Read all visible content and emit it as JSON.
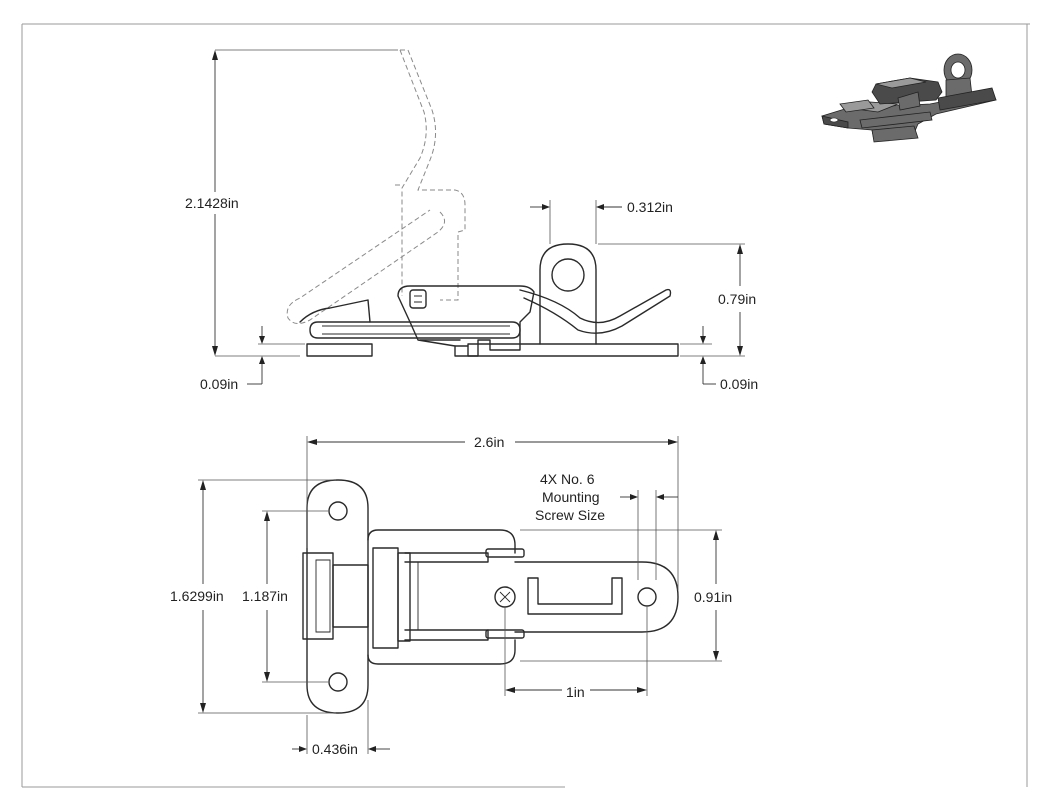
{
  "dimensions": {
    "overall_height": "2.1428in",
    "pivot_width": "0.312in",
    "pivot_height": "0.79in",
    "left_base_thickness": "0.09in",
    "right_base_thickness": "0.09in",
    "overall_length": "2.6in",
    "mounting_note_line1": "4X No. 6",
    "mounting_note_line2": "Mounting",
    "mounting_note_line3": "Screw Size",
    "overall_width": "1.6299in",
    "hole_spacing_vertical": "1.187in",
    "catch_width": "0.91in",
    "hole_spacing_horizontal": "1in",
    "flange_offset": "0.436in"
  },
  "colors": {
    "line": "#2a2a2a",
    "phantom": "#8a8a8a",
    "frame": "#9a9a9a"
  }
}
